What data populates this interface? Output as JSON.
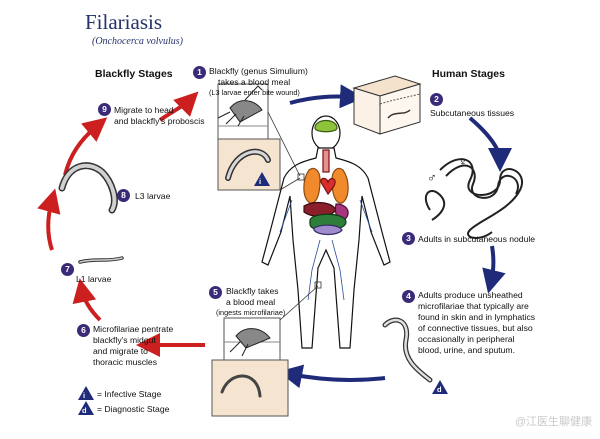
{
  "title": "Filariasis",
  "subtitle": "(Onchocerca volvulus)",
  "headers": {
    "blackfly": "Blackfly Stages",
    "human": "Human Stages"
  },
  "steps": [
    {
      "n": "1",
      "lines": [
        "Blackfly (genus Simulium)",
        "takes a blood meal",
        "(L3 larvae enter bite wound)"
      ]
    },
    {
      "n": "2",
      "lines": [
        "Subcutaneous tissues"
      ]
    },
    {
      "n": "3",
      "lines": [
        "Adults in subcutaneous nodule"
      ]
    },
    {
      "n": "4",
      "lines": [
        "Adults produce unsheathed",
        "microfilariae that typically are",
        "found in skin and in lymphatics",
        "of connective tissues,  but also",
        "occasionally in peripheral",
        "blood, urine, and sputum."
      ]
    },
    {
      "n": "5",
      "lines": [
        "Blackfly takes",
        "a blood meal",
        "(ingests microfilariae)"
      ]
    },
    {
      "n": "6",
      "lines": [
        "Microfilariae pentrate",
        "blackfly's midgut",
        "and migrate to",
        "thoracic muscles"
      ]
    },
    {
      "n": "7",
      "lines": [
        "L1 larvae"
      ]
    },
    {
      "n": "8",
      "lines": [
        "L3 larvae"
      ]
    },
    {
      "n": "9",
      "lines": [
        "Migrate to head",
        "and blackfly's proboscis"
      ]
    }
  ],
  "legend": {
    "infective_symbol": "i",
    "infective_label": "= Infective Stage",
    "diagnostic_symbol": "d",
    "diagnostic_label": "= Diagnostic Stage"
  },
  "sex_symbols": {
    "female": "♀",
    "male": "♂"
  },
  "watermark": "@江医生聊健康",
  "colors": {
    "title": "#24316b",
    "step_badge": "#3b2a78",
    "blackfly_arrow": "#cc1f1f",
    "human_arrow": "#1f2a78"
  }
}
